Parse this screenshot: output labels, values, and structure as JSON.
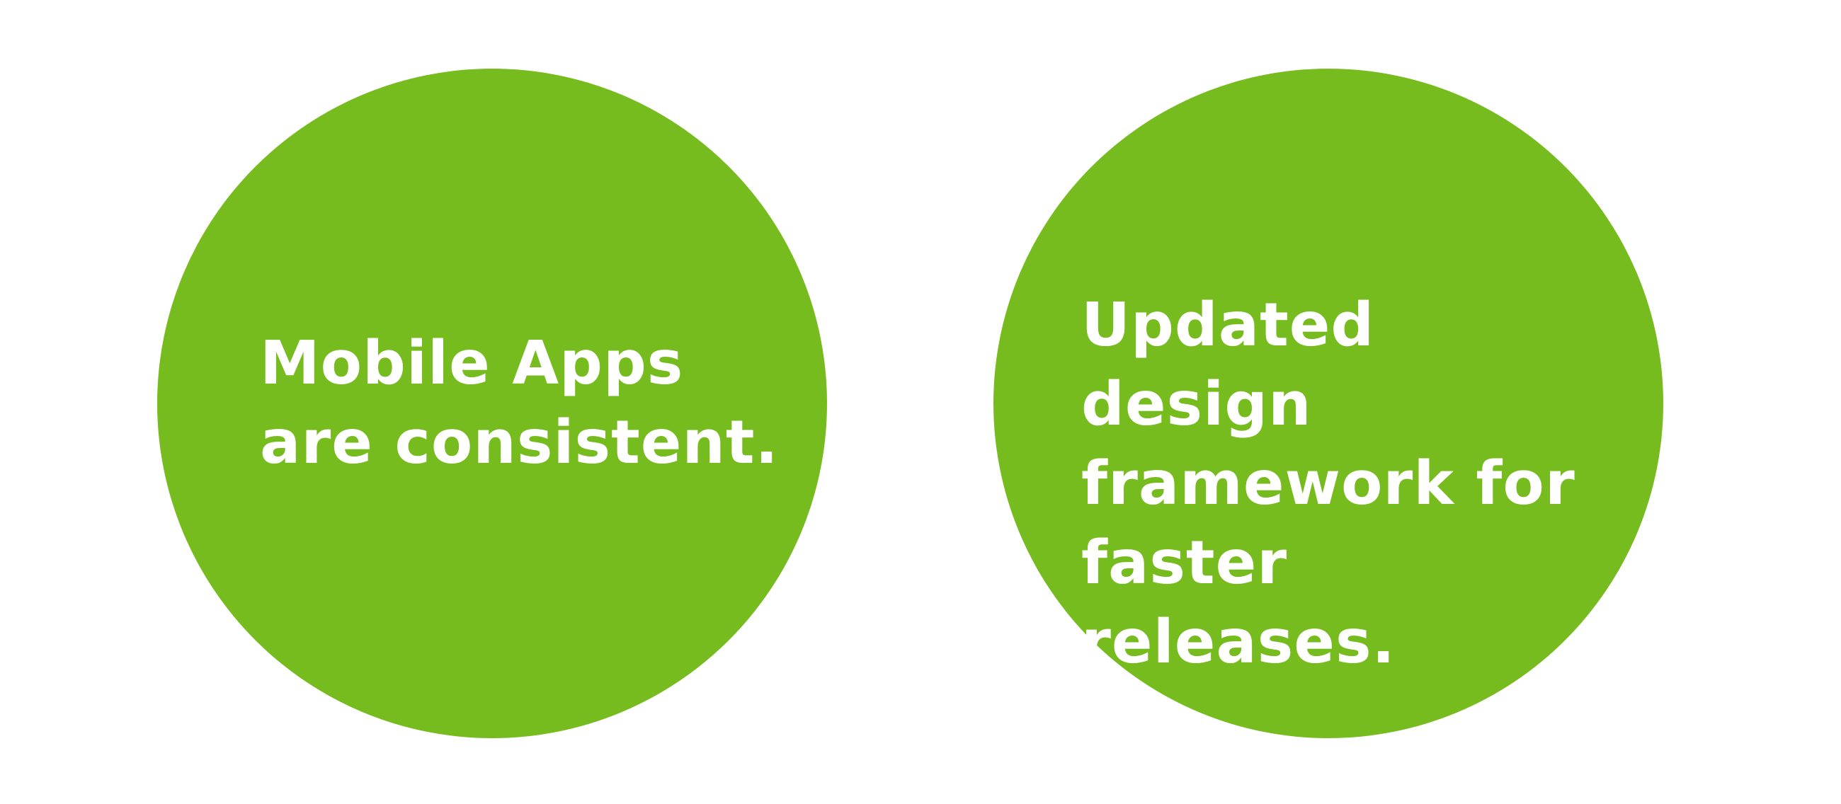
{
  "accent_color": "#77bc1f",
  "text_color": "#ffffff",
  "circles": [
    {
      "lines": [
        "Mobile Apps",
        "are consistent."
      ]
    },
    {
      "lines": [
        "Updated design",
        "framework for",
        "faster releases."
      ]
    }
  ]
}
